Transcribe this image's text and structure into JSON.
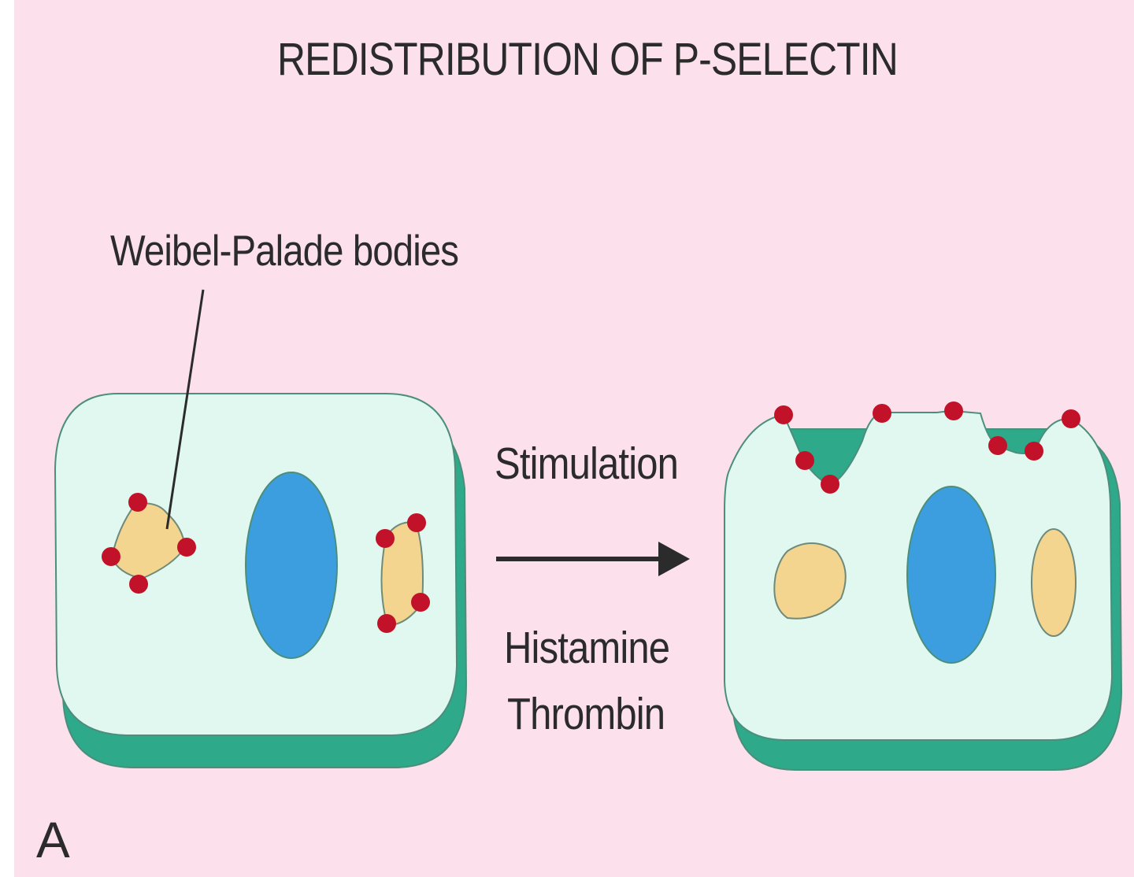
{
  "diagram": {
    "title": "REDISTRIBUTION OF P-SELECTIN",
    "callout_label": "Weibel-Palade bodies",
    "arrow_label_top": "Stimulation",
    "arrow_label_bottom_1": "Histamine",
    "arrow_label_bottom_2": "Thrombin",
    "panel_letter": "A"
  },
  "colors": {
    "background": "#fce0ec",
    "cell_fill": "#e0f8ef",
    "cell_base": "#2ea989",
    "cell_outline": "#4c8e7c",
    "nucleus": "#3c9ede",
    "granule": "#f3d58f",
    "granule_outline": "#6f8a7a",
    "p_selectin": "#c2122a",
    "text": "#2b2b2b"
  }
}
